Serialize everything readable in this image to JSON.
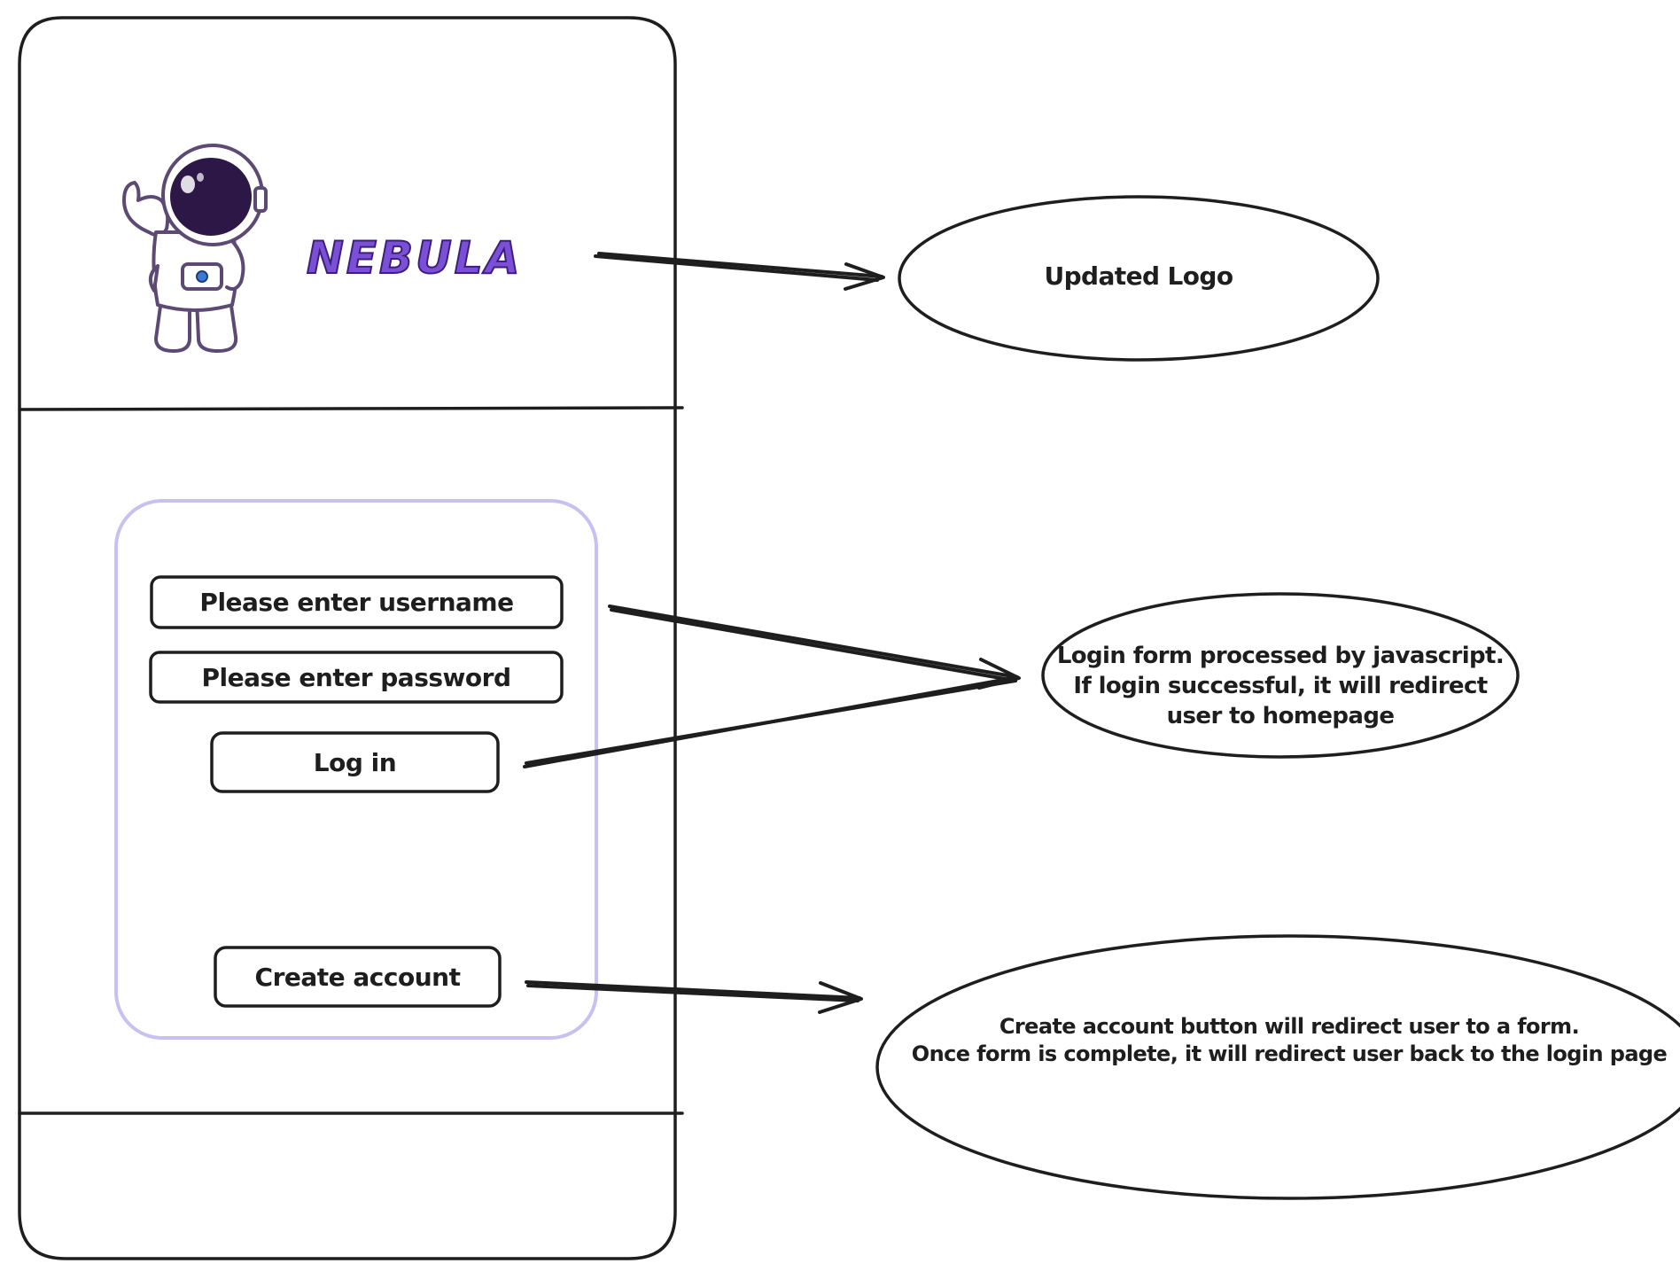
{
  "logo": {
    "brand_text": "NEBULA",
    "colors": {
      "brand": "#7b4fd6",
      "brand_outline": "#3b1f7a",
      "helmet_visor": "#2d1747",
      "suit": "#ffffff",
      "suit_outline": "#5c4a75",
      "badge": "#3a7bd5"
    }
  },
  "login_form": {
    "username_placeholder": "Please enter username",
    "password_placeholder": "Please enter password",
    "login_button": "Log in",
    "create_account_button": "Create account",
    "panel_border_color": "#c9c0f2"
  },
  "annotations": {
    "logo_note": "Updated Logo",
    "login_note": {
      "line1": "Login form processed by javascript.",
      "line2": "If login successful, it will redirect",
      "line3": "user to homepage"
    },
    "create_account_note": {
      "line1": "Create account button will redirect user to a form.",
      "line2": "Once form is complete, it will redirect user back to the login page"
    }
  }
}
